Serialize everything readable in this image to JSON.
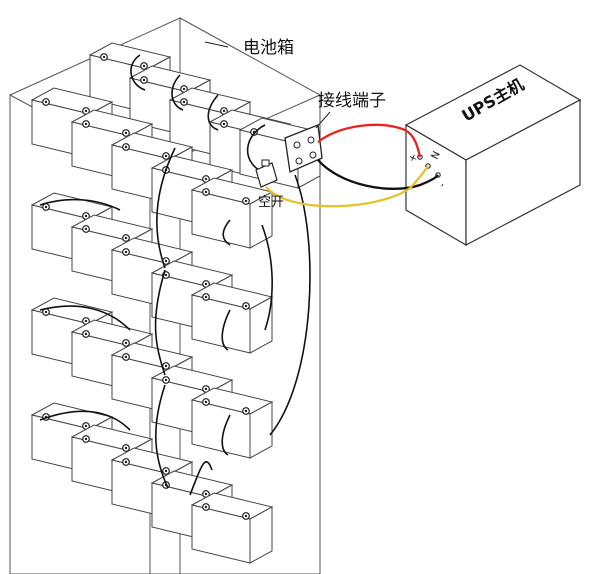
{
  "labels": {
    "battery_cabinet": "电池箱",
    "terminal_block": "接线端子",
    "breaker": "空开",
    "ups_host": "UPS主机",
    "ups_terminal_positive": "+",
    "ups_terminal_n": "N",
    "ups_terminal_negative": "-"
  },
  "wires": {
    "positive": {
      "color": "#e8231e"
    },
    "negative": {
      "color": "#111111"
    },
    "neutral": {
      "color": "#e5c12a"
    }
  },
  "battery_rows": 4
}
